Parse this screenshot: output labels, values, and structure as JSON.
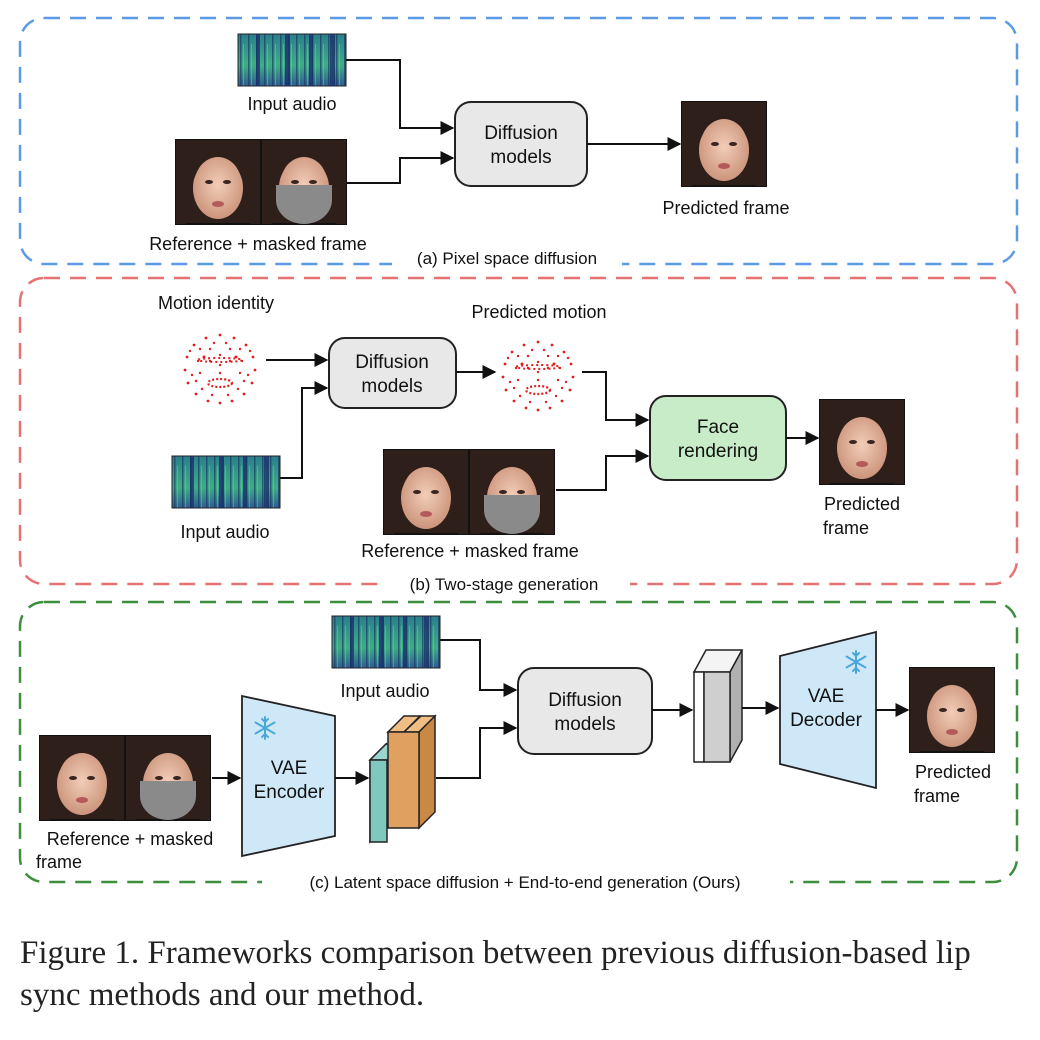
{
  "sections": {
    "a": {
      "title": "(a) Pixel space diffusion",
      "input_audio": "Input audio",
      "reference": "Reference + masked frame",
      "model": [
        "Diffusion",
        "models"
      ],
      "predicted": "Predicted frame"
    },
    "b": {
      "title": "(b) Two-stage generation",
      "motion_identity": "Motion identity",
      "predicted_motion": "Predicted motion",
      "model": [
        "Diffusion",
        "models"
      ],
      "render": [
        "Face",
        "rendering"
      ],
      "input_audio": "Input audio",
      "reference": "Reference + masked frame",
      "predicted": [
        "Predicted",
        "frame"
      ]
    },
    "c": {
      "title": "(c) Latent space diffusion + End-to-end generation (Ours)",
      "input_audio": "Input audio",
      "model": [
        "Diffusion",
        "models"
      ],
      "encoder": [
        "VAE",
        "Encoder"
      ],
      "decoder": [
        "VAE",
        "Decoder"
      ],
      "reference": [
        "Reference + masked",
        "frame"
      ],
      "predicted": [
        "Predicted",
        "frame"
      ]
    }
  },
  "caption": "Figure 1.  Frameworks comparison between previous diffusion-based lip sync methods and our method.",
  "colors": {
    "section_a_border": "#5b9be6",
    "section_b_border": "#e57373",
    "section_c_border": "#3d8f3d",
    "diffusion_box": "#e8e8e8",
    "face_render_box": "#c8ecc8",
    "vae_fill": "#cfe8f7",
    "latent_teal": "#7fc8c0",
    "latent_orange": "#e0a060",
    "mask_gray": "#8a8a8a",
    "landmark_red": "#e02020"
  },
  "icons": [
    "spectrogram-icon",
    "face-photo-icon",
    "face-landmarks-icon",
    "snowflake-icon"
  ]
}
